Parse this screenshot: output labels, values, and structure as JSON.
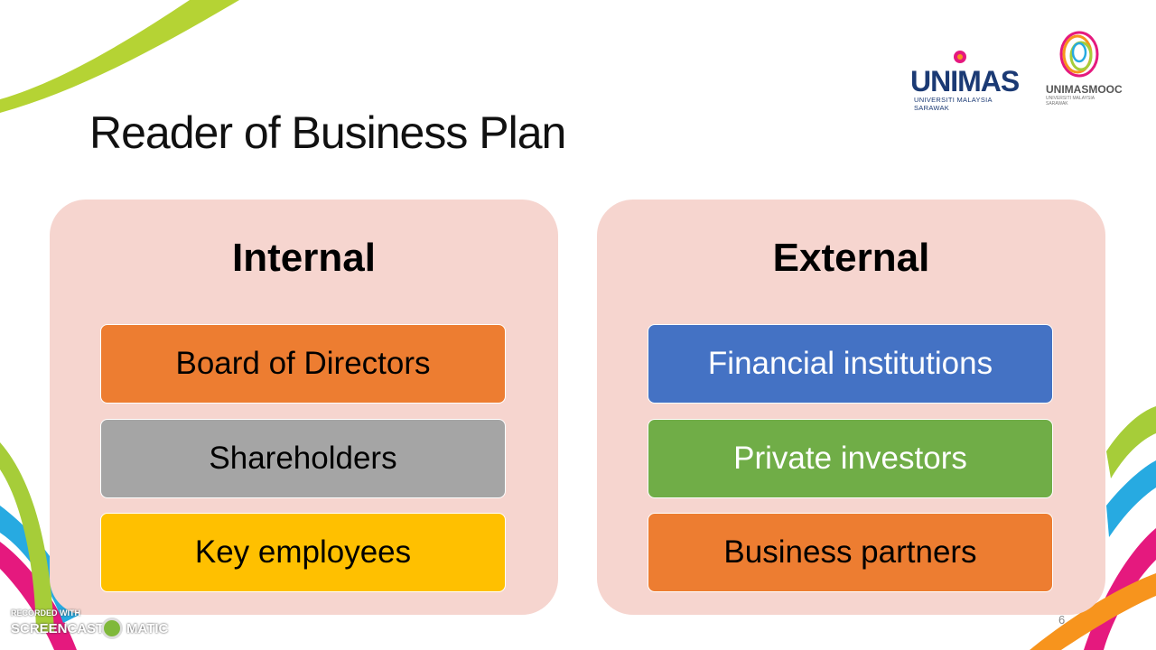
{
  "slide": {
    "title": "Reader of Business Plan",
    "page_number": "6"
  },
  "logos": {
    "unimas": {
      "name": "UNIMAS",
      "subtitle": "UNIVERSITI MALAYSIA SARAWAK"
    },
    "mooc": {
      "name": "UNIMASMOOC",
      "subtitle": "UNIVERSITI MALAYSIA SARAWAK"
    }
  },
  "panels": {
    "internal": {
      "title": "Internal",
      "items": [
        {
          "label": "Board of Directors",
          "color": "#ed7d31",
          "text_color": "#000000"
        },
        {
          "label": "Shareholders",
          "color": "#a5a5a5",
          "text_color": "#000000"
        },
        {
          "label": "Key employees",
          "color": "#ffc000",
          "text_color": "#000000"
        }
      ]
    },
    "external": {
      "title": "External",
      "items": [
        {
          "label": "Financial institutions",
          "color": "#4472c4",
          "text_color": "#ffffff"
        },
        {
          "label": "Private investors",
          "color": "#70ad47",
          "text_color": "#ffffff"
        },
        {
          "label": "Business partners",
          "color": "#ed7d31",
          "text_color": "#000000"
        }
      ]
    }
  },
  "watermark": {
    "line1": "RECORDED WITH",
    "line2_a": "SCREENCAST",
    "line2_b": "MATIC"
  },
  "colors": {
    "panel_bg": "#f6d5cf",
    "deco_green": "#a6cd39",
    "deco_pink": "#e5197e",
    "deco_blue": "#27aae1",
    "deco_orange": "#f7941d"
  }
}
